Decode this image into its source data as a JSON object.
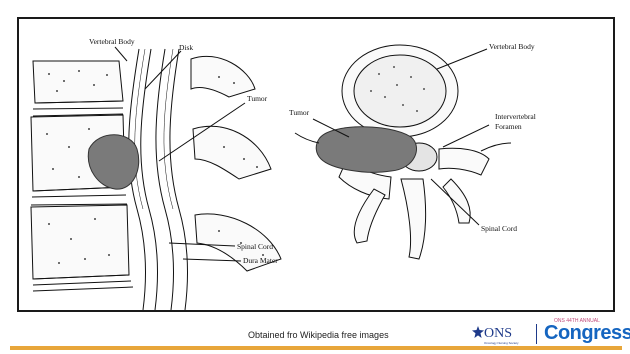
{
  "labels": {
    "left_vertebral_body": "Vertebral Body",
    "disk": "Disk",
    "left_tumor": "Tumor",
    "left_spinal_cord": "Spinal Cord",
    "dura_mater": "Dura Mater",
    "right_vertebral_body": "Vertebral Body",
    "right_tumor": "Tumor",
    "intervertebral": "Intervertebral",
    "foramen": "Foramen",
    "right_spinal_cord": "Spinal Cord"
  },
  "caption": "Obtained fro Wikipedia free images",
  "logo": {
    "ons": "ONS",
    "ons_tagline": "Oncology Nursing Society",
    "congress_top": "ONS 44TH ANNUAL",
    "congress": "Congress"
  },
  "colors": {
    "accent_rule": "#e8a63a",
    "ons_blue": "#1e3a8a",
    "congress_blue": "#1565c0",
    "tumor_gray": "#7a7a7a"
  }
}
